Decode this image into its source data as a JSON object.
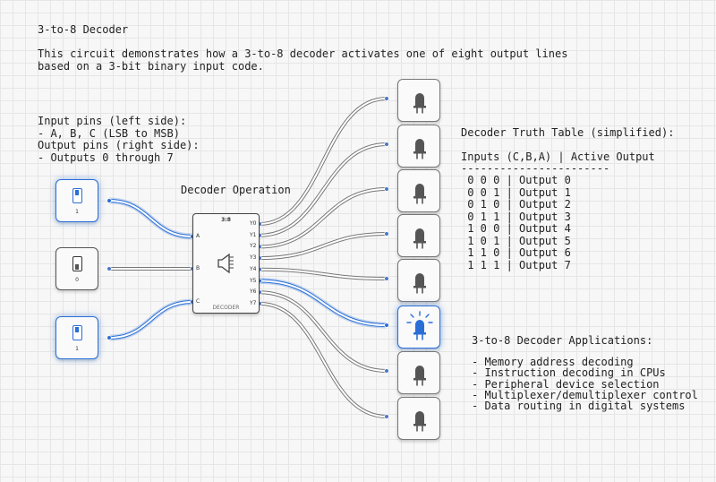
{
  "title": "3-to-8 Decoder",
  "description": "This circuit demonstrates how a 3-to-8 decoder activates one of eight output lines\nbased on a 3-bit binary input code.",
  "pins_note": "Input pins (left side):\n- A, B, C (LSB to MSB)\nOutput pins (right side):\n- Outputs 0 through 7",
  "decoder_label": "Decoder Operation",
  "decoder": {
    "title": "3:8",
    "footer": "DECODER",
    "inputs": [
      "A",
      "B",
      "C"
    ],
    "outputs": [
      "Y0",
      "Y1",
      "Y2",
      "Y3",
      "Y4",
      "Y5",
      "Y6",
      "Y7"
    ]
  },
  "switches": [
    {
      "value": "1",
      "on": true
    },
    {
      "value": "0",
      "on": false
    },
    {
      "value": "1",
      "on": true
    }
  ],
  "leds": [
    false,
    false,
    false,
    false,
    false,
    true,
    false,
    false
  ],
  "truth_table": {
    "title": "Decoder Truth Table (simplified):",
    "header": "Inputs (C,B,A) | Active Output",
    "separator": "-----------------------",
    "rows": [
      " 0 0 0 | Output 0",
      " 0 0 1 | Output 1",
      " 0 1 0 | Output 2",
      " 0 1 1 | Output 3",
      " 1 0 0 | Output 4",
      " 1 0 1 | Output 5",
      " 1 1 0 | Output 6",
      " 1 1 1 | Output 7"
    ]
  },
  "applications": {
    "title": "3-to-8 Decoder Applications:",
    "items": [
      "- Memory address decoding",
      "- Instruction decoding in CPUs",
      "- Peripheral device selection",
      "- Multiplexer/demultiplexer control",
      "- Data routing in digital systems"
    ]
  },
  "colors": {
    "active": "#2a6fd6",
    "inactive": "#888888"
  }
}
